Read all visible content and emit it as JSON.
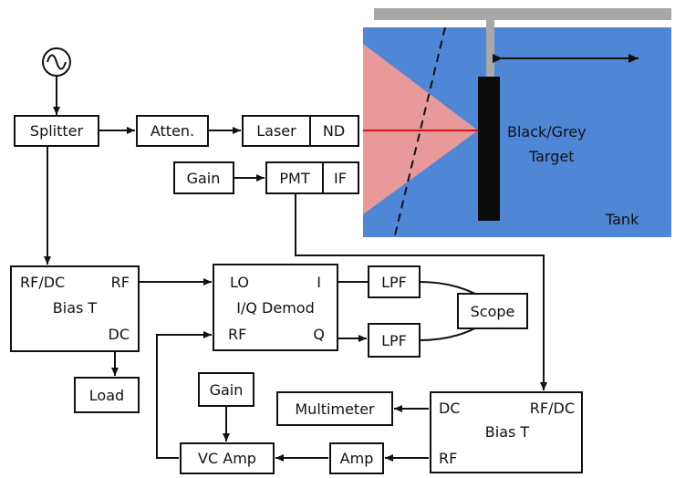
{
  "diagram": {
    "colors": {
      "tank": "#4f86d6",
      "beam_cone": "#e89a9a",
      "laser_line": "#d01818",
      "rail": "#a8a8a8",
      "target": "#0b0b0b",
      "stroke": "#111111"
    },
    "blocks": {
      "splitter": "Splitter",
      "atten": "Atten.",
      "laser": "Laser",
      "nd": "ND",
      "gain_top": "Gain",
      "pmt": "PMT",
      "if": "IF",
      "bias_t_left": {
        "rf_dc": "RF/DC",
        "rf": "RF",
        "name": "Bias T",
        "dc": "DC"
      },
      "load": "Load",
      "iq_demod": {
        "lo": "LO",
        "i": "I",
        "name": "I/Q Demod",
        "rf": "RF",
        "q": "Q"
      },
      "lpf_top": "LPF",
      "lpf_bottom": "LPF",
      "scope": "Scope",
      "gain_bottom": "Gain",
      "vc_amp": "VC Amp",
      "multimeter": "Multimeter",
      "amp": "Amp",
      "bias_t_right": {
        "dc": "DC",
        "rf_dc": "RF/DC",
        "name": "Bias T",
        "rf": "RF"
      }
    },
    "tank": {
      "target_line1": "Black/Grey",
      "target_line2": "Target",
      "label": "Tank"
    }
  }
}
